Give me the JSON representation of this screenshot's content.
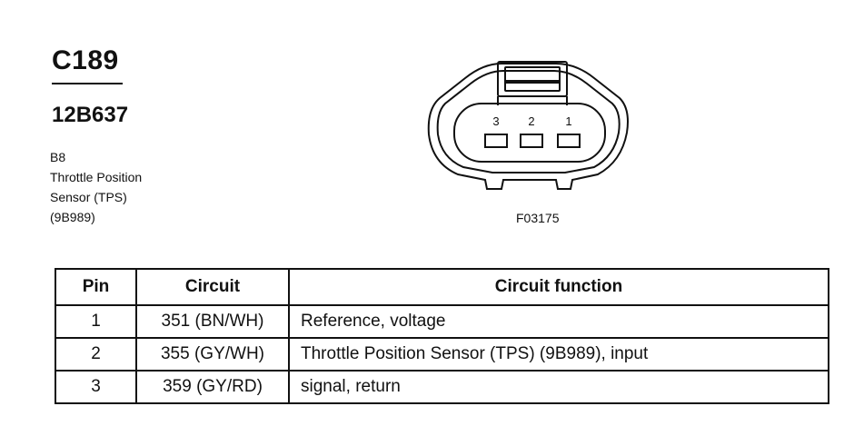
{
  "header": {
    "connector_id": "C189",
    "part_number": "12B637",
    "description": [
      "B8",
      "Throttle Position",
      "Sensor (TPS)",
      "(9B989)"
    ]
  },
  "diagram": {
    "pin_labels": [
      "3",
      "2",
      "1"
    ],
    "figure_code": "F03175"
  },
  "table": {
    "headers": [
      "Pin",
      "Circuit",
      "Circuit function"
    ],
    "rows": [
      {
        "pin": "1",
        "circuit": "351 (BN/WH)",
        "function": "Reference, voltage"
      },
      {
        "pin": "2",
        "circuit": "355 (GY/WH)",
        "function": "Throttle Position Sensor (TPS) (9B989), input"
      },
      {
        "pin": "3",
        "circuit": "359 (GY/RD)",
        "function": "signal, return"
      }
    ]
  }
}
